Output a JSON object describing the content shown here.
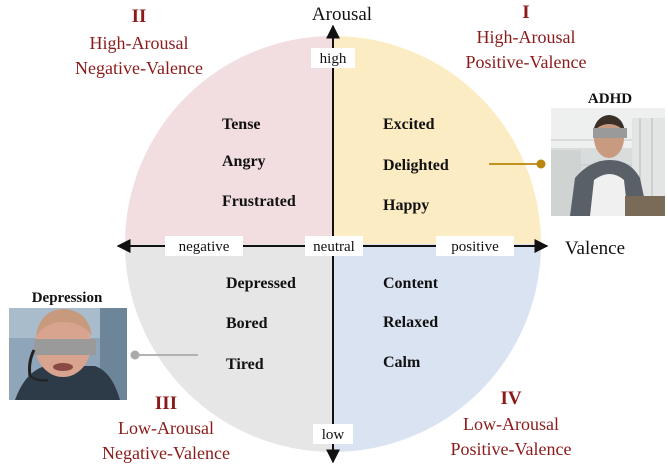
{
  "axes": {
    "arousal": "Arousal",
    "valence": "Valence",
    "high": "high",
    "low": "low",
    "negative": "negative",
    "neutral": "neutral",
    "positive": "positive"
  },
  "quadrants": {
    "q1": {
      "numeral": "I",
      "line1": "High-Arousal",
      "line2": "Positive-Valence",
      "color": "#fcecc4",
      "emotions": [
        "Excited",
        "Delighted",
        "Happy"
      ]
    },
    "q2": {
      "numeral": "II",
      "line1": "High-Arousal",
      "line2": "Negative-Valence",
      "color": "#f2dde1",
      "emotions": [
        "Tense",
        "Angry",
        "Frustrated"
      ]
    },
    "q3": {
      "numeral": "III",
      "line1": "Low-Arousal",
      "line2": "Negative-Valence",
      "color": "#e6e6e6",
      "emotions": [
        "Depressed",
        "Bored",
        "Tired"
      ]
    },
    "q4": {
      "numeral": "IV",
      "line1": "Low-Arousal",
      "line2": "Positive-Valence",
      "color": "#dae3f2",
      "emotions": [
        "Content",
        "Relaxed",
        "Calm"
      ]
    }
  },
  "photos": {
    "adhd": {
      "label": "ADHD",
      "connector_color": "#b8860b"
    },
    "depression": {
      "label": "Depression",
      "connector_color": "#aaaaaa"
    }
  }
}
